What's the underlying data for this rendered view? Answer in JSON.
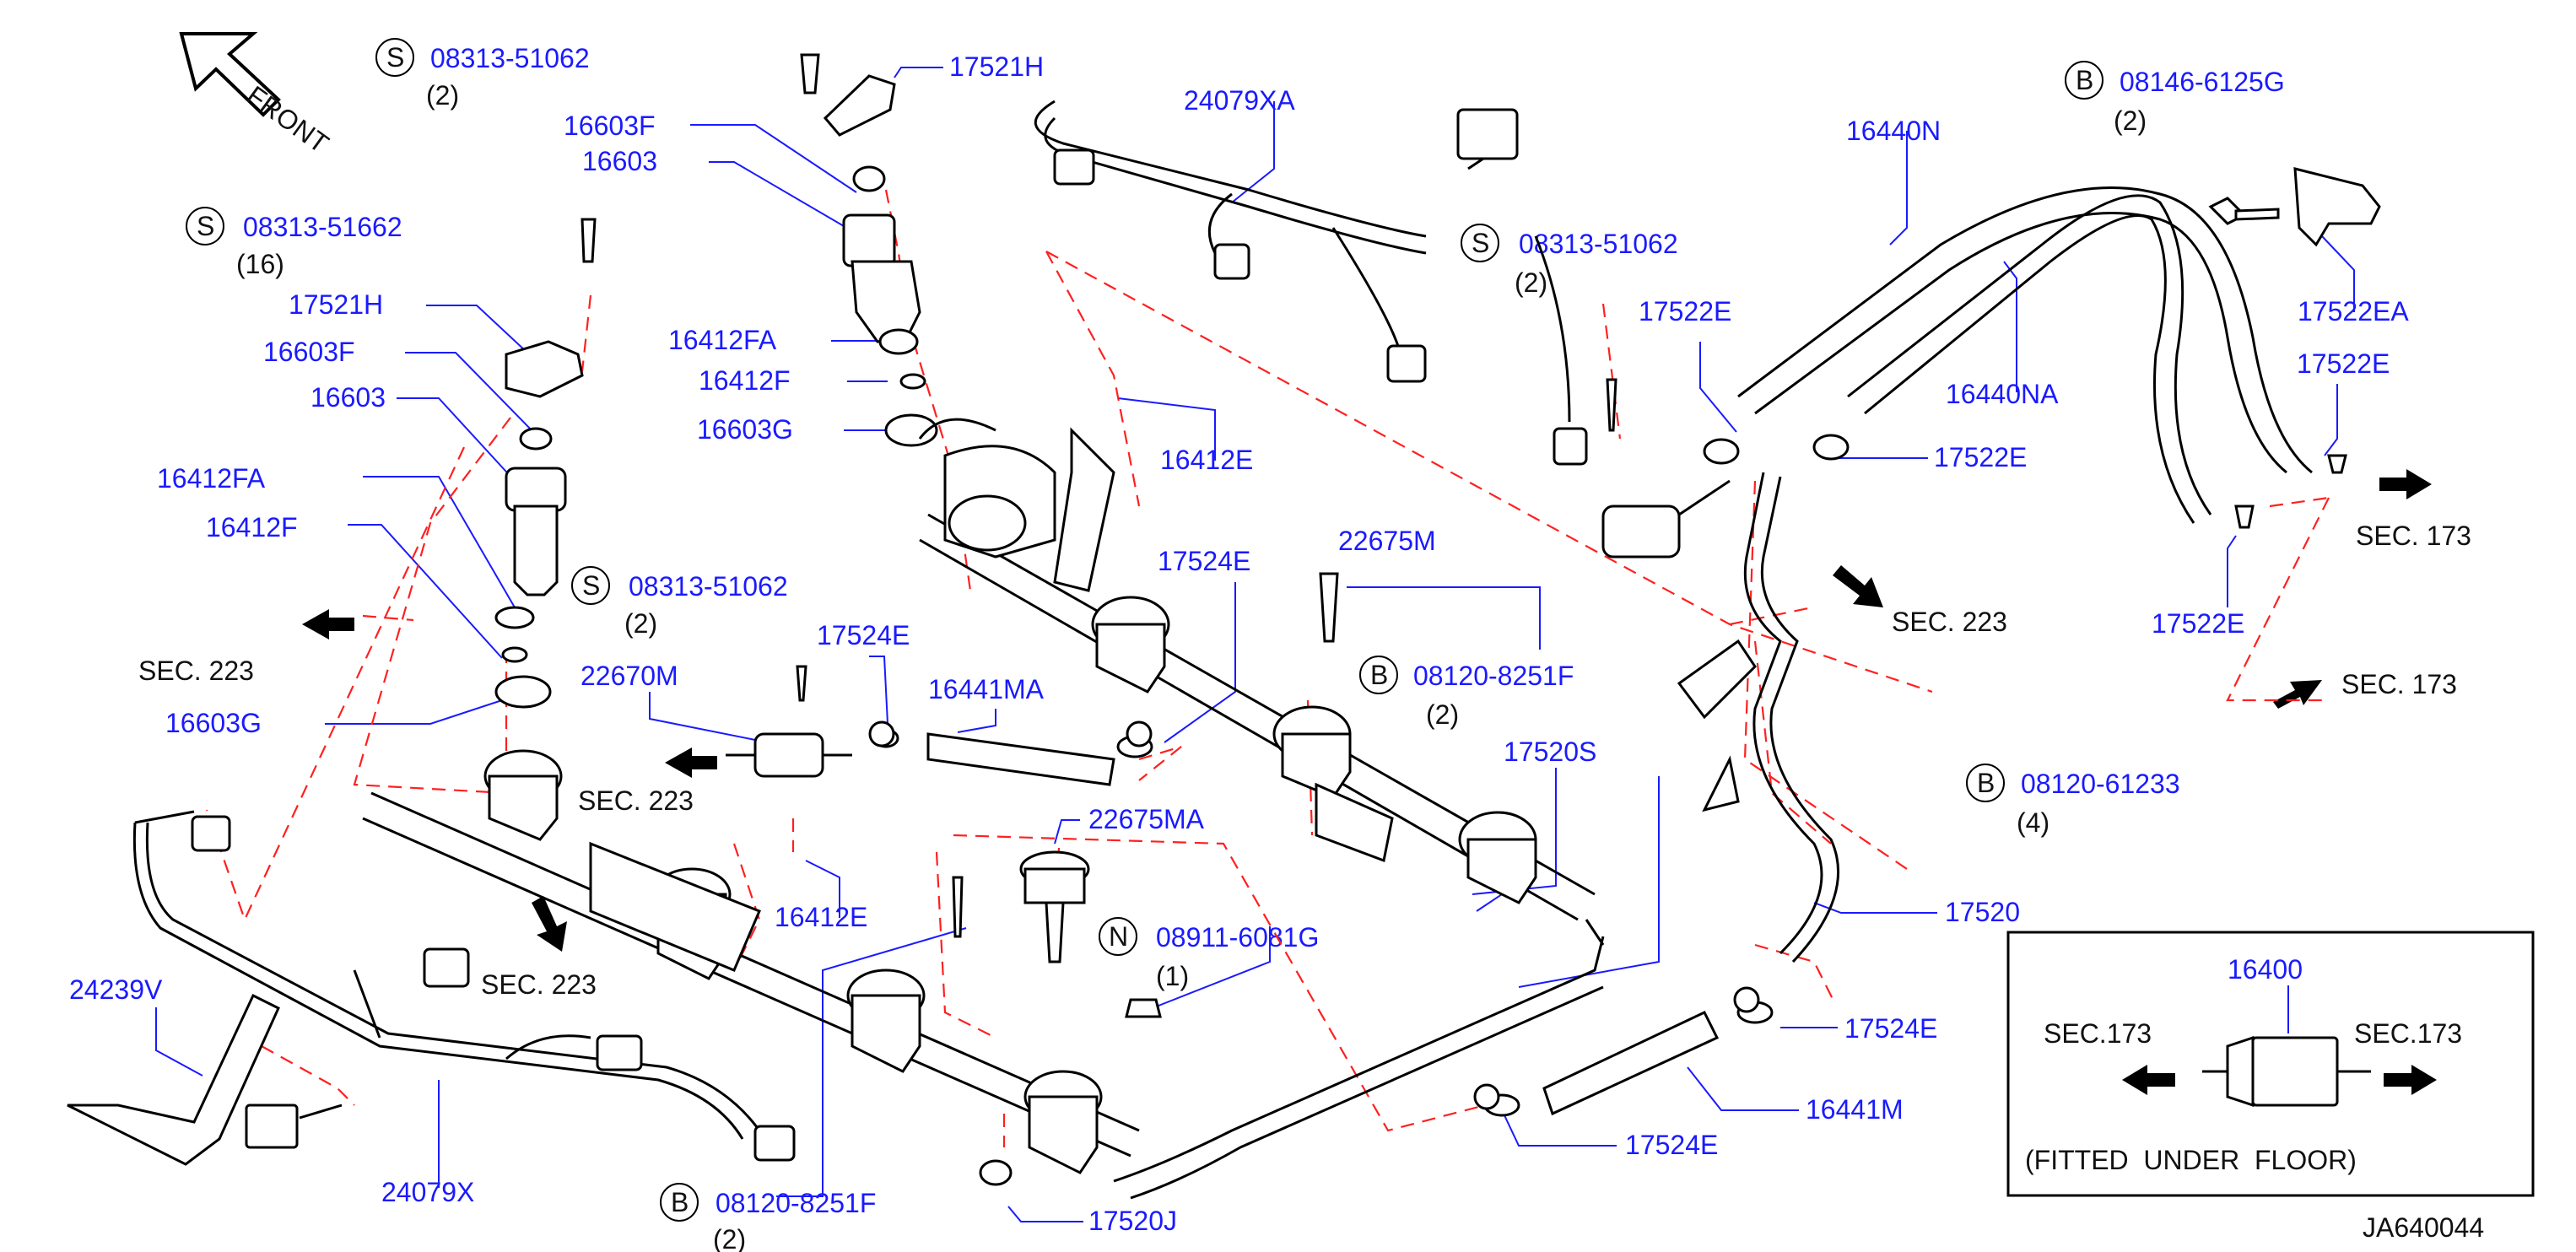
{
  "diagram_code": "JA640044",
  "front_label": "FRONT",
  "inset": {
    "part": "16400",
    "left": "SEC.173",
    "right": "SEC.173",
    "note": "(FITTED  UNDER  FLOOR)"
  },
  "fasteners": [
    {
      "prefix": "S",
      "pn": "08313-51062",
      "qty": "(2)"
    },
    {
      "prefix": "S",
      "pn": "08313-51662",
      "qty": "(16)"
    },
    {
      "prefix": "S",
      "pn": "08313-51062",
      "qty": "(2)"
    },
    {
      "prefix": "S",
      "pn": "08313-51062",
      "qty": "(2)"
    },
    {
      "prefix": "B",
      "pn": "08146-6125G",
      "qty": "(2)"
    },
    {
      "prefix": "B",
      "pn": "08120-8251F",
      "qty": "(2)"
    },
    {
      "prefix": "B",
      "pn": "08120-61233",
      "qty": "(4)"
    },
    {
      "prefix": "N",
      "pn": "08911-6081G",
      "qty": "(1)"
    },
    {
      "prefix": "B",
      "pn": "08120-8251F",
      "qty": "(2)"
    }
  ],
  "parts": [
    "17521H",
    "16603F",
    "16603",
    "17521H",
    "16603F",
    "16603",
    "16412FA",
    "16412F",
    "16603G",
    "16412FA",
    "16412F",
    "16603G",
    "24079XA",
    "16412E",
    "16440N",
    "16440NA",
    "17522EA",
    "17522E",
    "17522E",
    "17522E",
    "17522E",
    "22675M",
    "17524E",
    "17524E",
    "16441MA",
    "22670M",
    "16412E",
    "22675MA",
    "17520S",
    "17520",
    "24239V",
    "24079X",
    "17520J",
    "17524E",
    "16441M",
    "17524E"
  ],
  "sections": [
    "SEC.  223",
    "SEC.  223",
    "SEC.  223",
    "SEC.  223",
    "SEC.  173",
    "SEC.  173"
  ]
}
